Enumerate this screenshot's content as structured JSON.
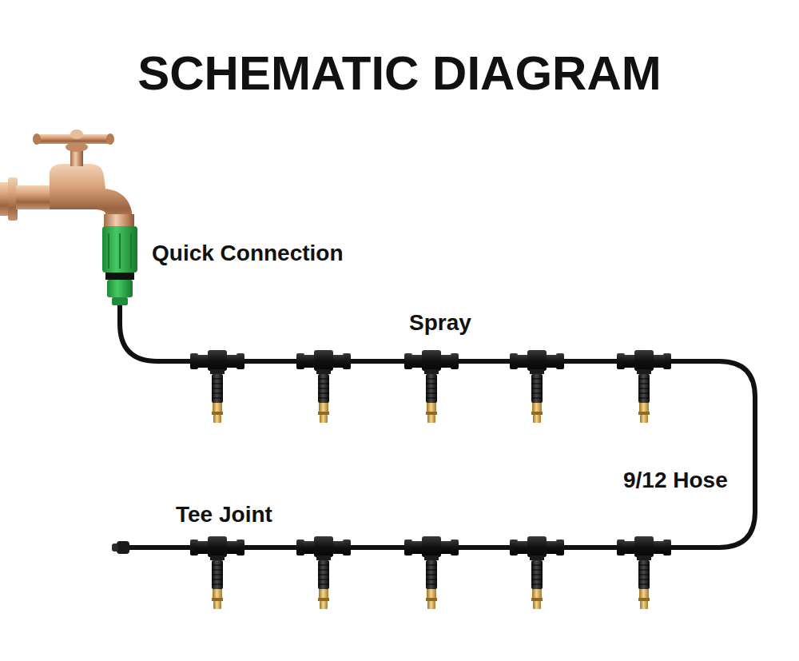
{
  "diagram": {
    "title": "SCHEMATIC DIAGRAM",
    "labels": [
      "Quick Connection",
      "Spray",
      "9/12 Hose",
      "Tee Joint"
    ]
  }
}
